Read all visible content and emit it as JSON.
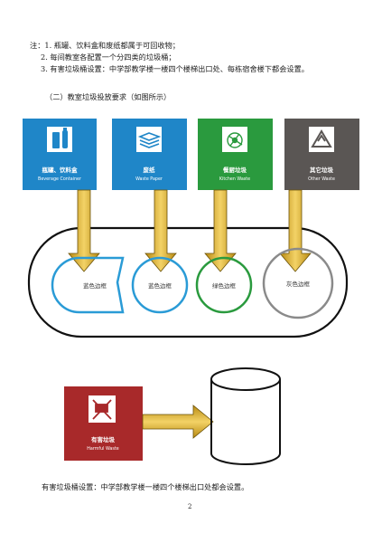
{
  "notes": {
    "prefix": "注：",
    "items": [
      "1. 瓶罐、饮料盒和废纸都属于可回收物；",
      "2. 每间教室各配置一个分四类的垃圾桶；",
      "3. 有害垃圾桶设置：中学部教学楼一楼四个楼梯出口处、每栋宿舍楼下都会设置。"
    ]
  },
  "section_title": "（二）教室垃圾投放要求（如图所示）",
  "bins": [
    {
      "cn": "瓶罐、饮料盒",
      "en": "Beverage Container",
      "color": "#1f86c8",
      "icon": "bottle-can-icon",
      "rim_label": "蓝色边框",
      "rim_color": "#2a9bd6"
    },
    {
      "cn": "废纸",
      "en": "Waste Paper",
      "color": "#1f86c8",
      "icon": "paper-stack-icon",
      "rim_label": "蓝色边框",
      "rim_color": "#2a9bd6"
    },
    {
      "cn": "餐厨垃圾",
      "en": "Kitchen Waste",
      "color": "#2a9a3e",
      "icon": "food-waste-icon",
      "rim_label": "绿色边框",
      "rim_color": "#2a9a3e"
    },
    {
      "cn": "其它垃圾",
      "en": "Other Waste",
      "color": "#5a5654",
      "icon": "recycle-triangle-icon",
      "rim_label": "灰色边框",
      "rim_color": "#8a8a8a"
    }
  ],
  "harmful": {
    "cn": "有害垃圾",
    "en": "Harmful Waste",
    "color": "#a8292a",
    "icon": "harmful-waste-icon"
  },
  "bottom_note": "有害垃圾桶设置：中学部教学楼一楼四个楼梯出口处都会设置。",
  "page_number": "2",
  "arrow_color": "#d8b12a"
}
